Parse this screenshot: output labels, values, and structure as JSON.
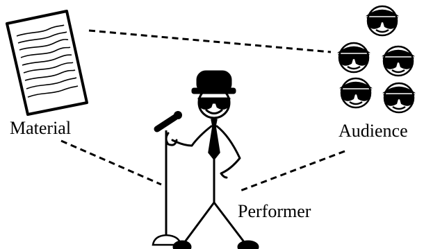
{
  "labels": {
    "material": "Material",
    "audience": "Audience",
    "performer": "Performer"
  },
  "icons": {
    "material": "document-icon",
    "audience": "audience-faces-icon",
    "performer": "stick-figure-performer-icon",
    "microphone": "microphone-icon"
  },
  "colors": {
    "ink": "#000000",
    "background": "#ffffff"
  }
}
